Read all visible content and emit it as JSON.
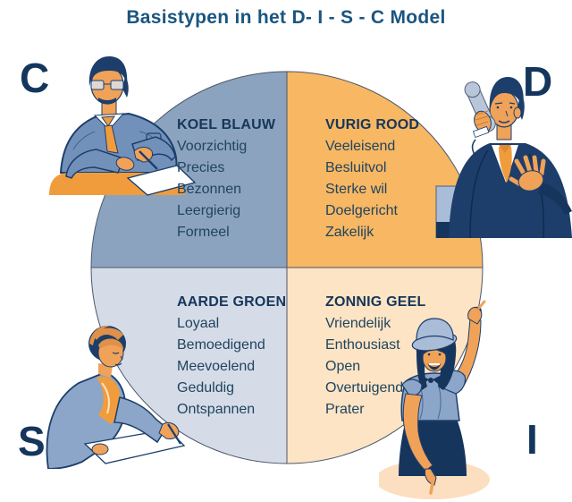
{
  "title": "Basistypen in het D- I - S - C Model",
  "colors": {
    "title_text": "#1a5580",
    "body_text": "#21445f",
    "corner_letter": "#14365c",
    "quadrant_c_blue": "#8ba3bf",
    "quadrant_d_orange": "#f7b763",
    "quadrant_s_lightblue": "#d5dce8",
    "quadrant_i_peach": "#fce4c4",
    "circle_outline": "#4d566b",
    "illustration_navy": "#1d3e6b",
    "illustration_skin": "#f0a259",
    "illustration_orange": "#f09c3d"
  },
  "quadrants": {
    "c": {
      "letter": "C",
      "heading": "KOEL BLAUW",
      "traits": [
        "Voorzichtig",
        "Precies",
        "Bezonnen",
        "Leergierig",
        "Formeel"
      ]
    },
    "d": {
      "letter": "D",
      "heading": "VURIG ROOD",
      "traits": [
        "Veeleisend",
        "Besluitvol",
        "Sterke wil",
        "Doelgericht",
        "Zakelijk"
      ]
    },
    "s": {
      "letter": "S",
      "heading": "AARDE GROEN",
      "traits": [
        "Loyaal",
        "Bemoedigend",
        "Meevoelend",
        "Geduldig",
        "Ontspannen"
      ]
    },
    "i": {
      "letter": "I",
      "heading": "ZONNIG GEEL",
      "traits": [
        "Vriendelijk",
        "Enthousiast",
        "Open",
        "Overtuigend",
        "Prater"
      ]
    }
  },
  "figures": {
    "c": "man-writing-at-desk",
    "d": "man-talking-on-phone",
    "s": "woman-writing-listening",
    "i": "woman-pointing-up"
  }
}
